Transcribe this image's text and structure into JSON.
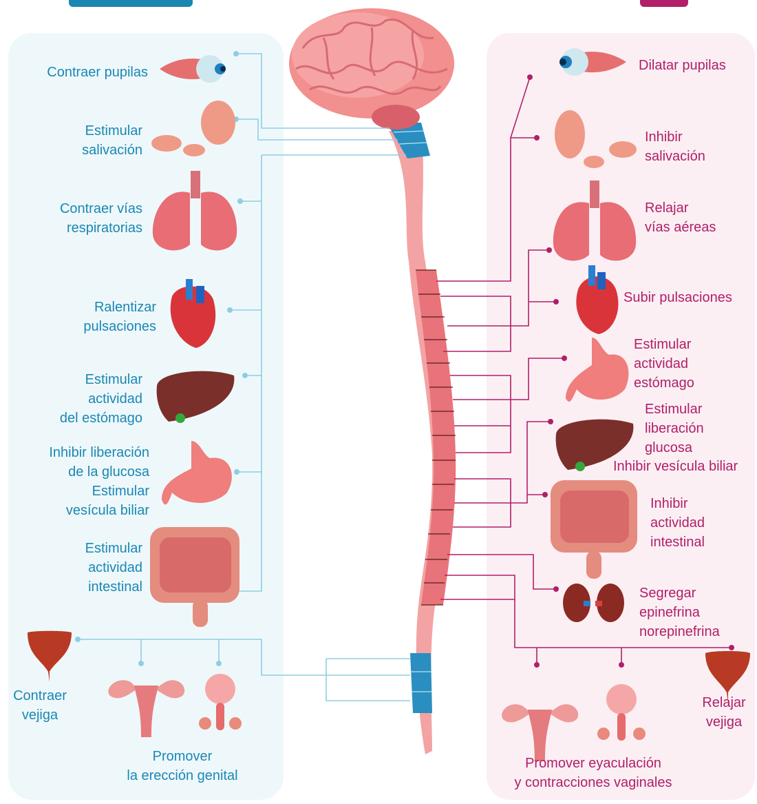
{
  "colors": {
    "parasympathetic": "#1a87b3",
    "sympathetic": "#b01f67",
    "spine": "#f3a3a3",
    "spine_section": "#e8737a",
    "spine_blue": "#2a8ec0",
    "left_panel": "#eef8fb",
    "right_panel": "#fbeff4"
  },
  "left": {
    "contraer_pupilas": "Contraer pupilas",
    "estimular_salivacion_1": "Estimular",
    "estimular_salivacion_2": "salivación",
    "contraer_vias_1": "Contraer vías",
    "contraer_vias_2": "respiratorias",
    "ralentizar_1": "Ralentizar",
    "ralentizar_2": "pulsaciones",
    "estomago_1": "Estimular",
    "estomago_2": "actividad",
    "estomago_3": "del estómago",
    "glucosa_1": "Inhibir liberación",
    "glucosa_2": "de la glucosa",
    "glucosa_3": "Estimular",
    "glucosa_4": "vesícula biliar",
    "intestinal_1": "Estimular",
    "intestinal_2": "actividad",
    "intestinal_3": "intestinal",
    "vejiga_1": "Contraer",
    "vejiga_2": "vejiga",
    "ereccion_1": "Promover",
    "ereccion_2": "la erección genital"
  },
  "right": {
    "dilatar_pupilas": "Dilatar pupilas",
    "salivacion_1": "Inhibir",
    "salivacion_2": "salivación",
    "vias_1": "Relajar",
    "vias_2": "vías aéreas",
    "pulsaciones": "Subir pulsaciones",
    "estomago_1": "Estimular",
    "estomago_2": "actividad",
    "estomago_3": "estómago",
    "glucosa_1": "Estimular",
    "glucosa_2": "liberación",
    "glucosa_3": "glucosa",
    "glucosa_4": "Inhibir vesícula biliar",
    "intestinal_1": "Inhibir",
    "intestinal_2": "actividad",
    "intestinal_3": "intestinal",
    "epinefrina_1": "Segregar",
    "epinefrina_2": "epinefrina",
    "epinefrina_3": "norepinefrina",
    "vejiga_1": "Relajar",
    "vejiga_2": "vejiga",
    "eyaculacion_1": "Promover eyaculación",
    "eyaculacion_2": "y contracciones vaginales"
  }
}
